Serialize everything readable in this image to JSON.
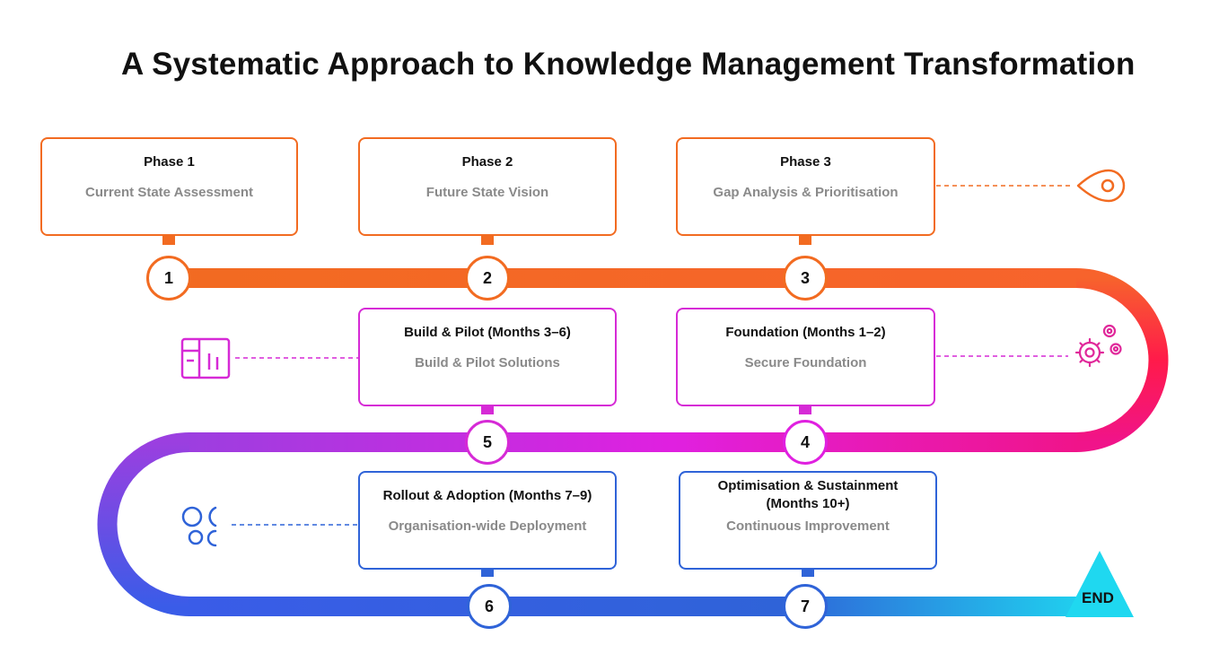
{
  "title": "A Systematic Approach to Knowledge Management Transformation",
  "colors": {
    "orange": "#f26b21",
    "red": "#ff1a4a",
    "magenta": "#d62ad6",
    "purple": "#9b3fe0",
    "blue": "#2f63d8",
    "cyan": "#1fd8f0"
  },
  "phases": [
    {
      "step": "1",
      "heading": "Phase 1",
      "subtitle": "Current State Assessment"
    },
    {
      "step": "2",
      "heading": "Phase 2",
      "subtitle": "Future State Vision"
    },
    {
      "step": "3",
      "heading": "Phase 3",
      "subtitle": "Gap Analysis & Prioritisation"
    },
    {
      "step": "4",
      "heading": "Foundation (Months 1–2)",
      "subtitle": "Secure Foundation"
    },
    {
      "step": "5",
      "heading": "Build & Pilot (Months 3–6)",
      "subtitle": "Build & Pilot Solutions"
    },
    {
      "step": "6",
      "heading": "Rollout & Adoption (Months 7–9)",
      "subtitle": "Organisation-wide Deployment"
    },
    {
      "step": "7",
      "heading_line1": "Optimisation & Sustainment",
      "heading_line2": "(Months 10+)",
      "subtitle": "Continuous Improvement"
    }
  ],
  "end_label": "END",
  "icons": [
    "location-pin-icon",
    "gears-icon",
    "dashboard-icon",
    "people-icon"
  ]
}
